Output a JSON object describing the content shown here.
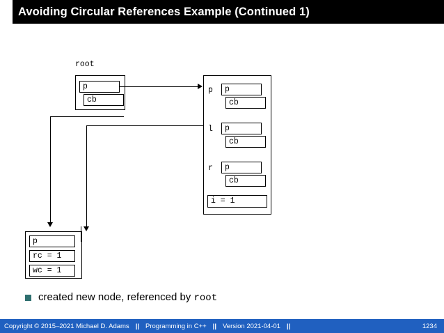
{
  "slide": {
    "title": "Avoiding Circular References Example (Continued 1)",
    "bullet": {
      "text_before": "created new node, referenced by ",
      "code": "root"
    }
  },
  "diagram": {
    "root_label": "root",
    "root_box": {
      "p": "p",
      "cb": "cb"
    },
    "node_box": {
      "rows": [
        {
          "name": "p",
          "p": "p",
          "cb": "cb"
        },
        {
          "name": "l",
          "p": "p",
          "cb": "cb"
        },
        {
          "name": "r",
          "p": "p",
          "cb": "cb"
        }
      ],
      "value": "i = 1"
    },
    "control_block": {
      "p": "p",
      "rc": "rc = 1",
      "wc": "wc = 1"
    }
  },
  "footer": {
    "copyright": "Copyright © 2015–2021 Michael D. Adams",
    "separator": "||",
    "course": "Programming in C++",
    "version": "Version 2021-04-01",
    "page": "1234"
  },
  "colors": {
    "title_bar": "#000000",
    "footer_bar": "#2060c0",
    "bullet": "#2e6f6f"
  }
}
